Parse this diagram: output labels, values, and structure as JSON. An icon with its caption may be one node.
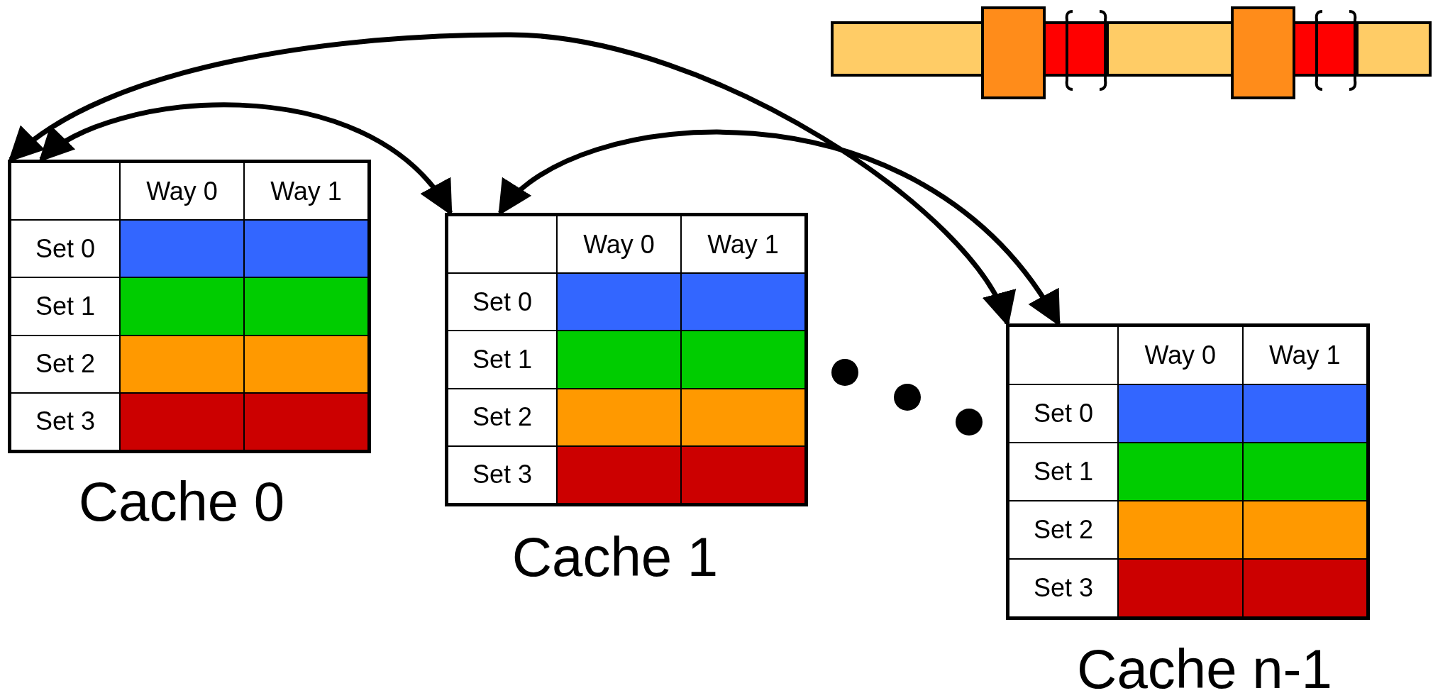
{
  "diagram": {
    "nodes": [
      {
        "text": [
          "Way 0",
          "Way 1",
          "Set 0",
          "Set 1",
          "Set 2",
          "Set 3"
        ],
        "beside": [
          "Cache 0"
        ]
      },
      {
        "text": [
          "Way 0",
          "Way 1",
          "Set 0",
          "Set 1",
          "Set 2",
          "Set 3"
        ],
        "beside": [
          "Cache 1"
        ]
      },
      {
        "text": [
          "Way 0",
          "Way 1",
          "Set 0",
          "Set 1",
          "Set 2",
          "Set 3"
        ],
        "beside": [
          "Cache n-1"
        ]
      }
    ],
    "edges": [
      {
        "from": 0,
        "to": 2,
        "arrow": "both"
      },
      {
        "from": 0,
        "to": 1,
        "arrow": "both"
      },
      {
        "from": 1,
        "to": 2,
        "arrow": "both"
      }
    ]
  }
}
